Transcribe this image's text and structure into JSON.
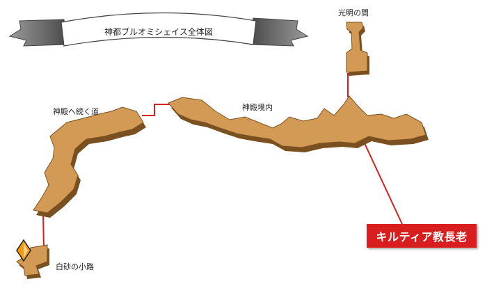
{
  "map": {
    "title": "神都ブルオミシェイス全体図",
    "areas": {
      "komyo": "光明の間",
      "shinden_e": "神殿へ続く道",
      "keidai": "神殿境内",
      "hakusa": "白砂の小路"
    },
    "npc": {
      "name": "キルティア教長老"
    }
  },
  "colors": {
    "terrain_top": "#d29a55",
    "terrain_side": "#7a5020",
    "route_line": "#d81e1e",
    "npc_box": "#d81e1e",
    "ribbon_dark": "#555555"
  },
  "icons": {
    "player_marker": "orange-diamond-marker-icon"
  }
}
